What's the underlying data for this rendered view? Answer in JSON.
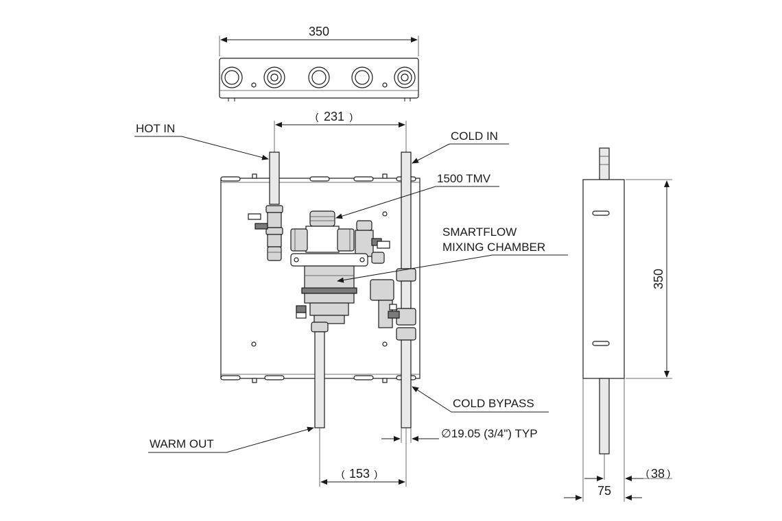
{
  "drawing": {
    "dimensions": {
      "top_width": "350",
      "inlet_spacing": "231",
      "outlet_spacing": "153",
      "side_height": "350",
      "side_depth": "75",
      "side_pipe_offset": "38"
    },
    "callouts": {
      "hot_in": "HOT IN",
      "cold_in": "COLD IN",
      "tmv": "1500 TMV",
      "smartflow_line1": "SMARTFLOW",
      "smartflow_line2": "MIXING CHAMBER",
      "cold_bypass": "COLD BYPASS",
      "warm_out": "WARM OUT",
      "pipe_diameter": "∅19.05 (3/4\") TYP"
    },
    "paren_open": "(",
    "paren_close": ")"
  }
}
